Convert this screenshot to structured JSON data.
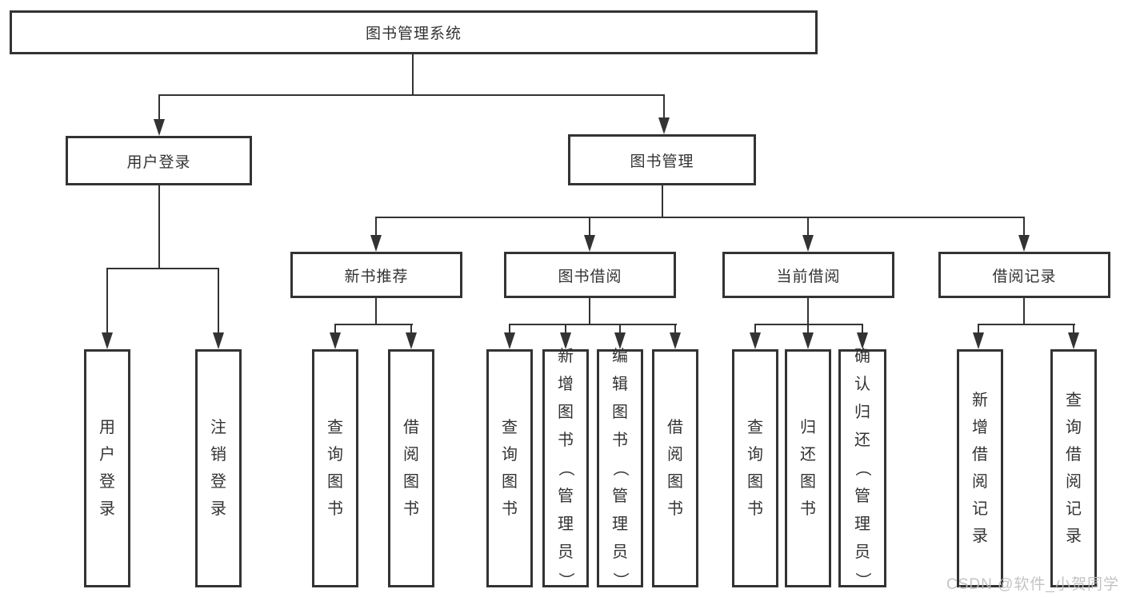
{
  "diagram": {
    "title": "图书管理系统",
    "level1": [
      {
        "label": "用户登录"
      },
      {
        "label": "图书管理"
      }
    ],
    "level2": [
      {
        "label": "新书推荐"
      },
      {
        "label": "图书借阅"
      },
      {
        "label": "当前借阅"
      },
      {
        "label": "借阅记录"
      }
    ],
    "leaves": [
      {
        "label": "用户登录",
        "parent": "用户登录"
      },
      {
        "label": "注销登录",
        "parent": "用户登录"
      },
      {
        "label": "查询图书",
        "parent": "新书推荐"
      },
      {
        "label": "借阅图书",
        "parent": "新书推荐"
      },
      {
        "label": "查询图书",
        "parent": "图书借阅"
      },
      {
        "label": "新增图书（管理员）",
        "parent": "图书借阅"
      },
      {
        "label": "编辑图书（管理员）",
        "parent": "图书借阅"
      },
      {
        "label": "借阅图书",
        "parent": "图书借阅"
      },
      {
        "label": "查询图书",
        "parent": "当前借阅"
      },
      {
        "label": "归还图书",
        "parent": "当前借阅"
      },
      {
        "label": "确认归还（管理员）",
        "parent": "当前借阅"
      },
      {
        "label": "新增借阅记录",
        "parent": "借阅记录"
      },
      {
        "label": "查询借阅记录",
        "parent": "借阅记录"
      }
    ]
  },
  "watermark": "CSDN @软件_小贺同学",
  "colors": {
    "line": "#333333",
    "box_border": "#333333",
    "background": "#ffffff",
    "watermark_gray": "#bdbdbd"
  }
}
